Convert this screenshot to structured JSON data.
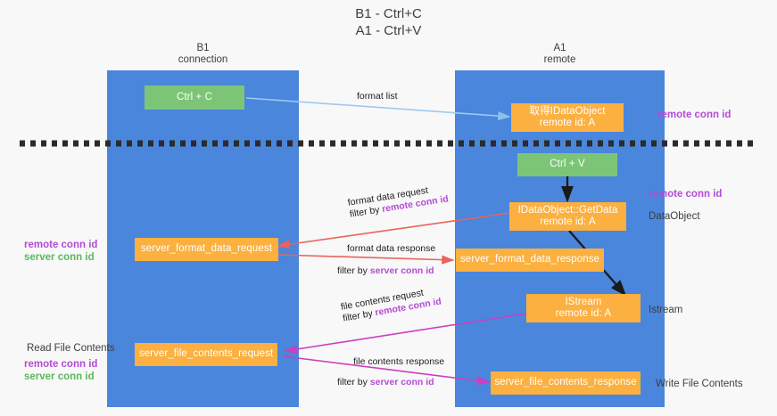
{
  "title": {
    "line1": "B1 - Ctrl+C",
    "line2": "A1 - Ctrl+V"
  },
  "columns": [
    {
      "name": "B1",
      "role": "connection"
    },
    {
      "name": "A1",
      "role": "remote"
    }
  ],
  "boxes": {
    "ctrl_c": "Ctrl + C",
    "ctrl_v": "Ctrl + V",
    "idataobject_top_l1": "取得IDataObject",
    "idataobject_top_l2": "remote id: A",
    "getdata_l1": "IDataObject::GetData",
    "getdata_l2": "remote id: A",
    "istream_l1": "IStream",
    "istream_l2": "remote id: A",
    "server_format_data_request": "server_format_data_request",
    "server_format_data_response": "server_format_data_response",
    "server_file_contents_request": "server_file_contents_request",
    "server_file_contents_response": "server_file_contents_response"
  },
  "edge_labels": {
    "format_list": "format list",
    "format_data_request": "format data request",
    "format_data_request_filter_prefix": "filter by ",
    "format_data_request_filter_key": "remote conn id",
    "format_data_response": "format data response",
    "format_data_response_filter_prefix": "filter by ",
    "format_data_response_filter_key": "server conn id",
    "file_contents_request": "file contents request",
    "file_contents_request_filter_prefix": "filter by ",
    "file_contents_request_filter_key": "remote conn id",
    "file_contents_response": "file contents response",
    "file_contents_response_filter_prefix": "filter by ",
    "file_contents_response_filter_key": "server conn id"
  },
  "annotations": {
    "right_remote_conn_id_top": "remote conn id",
    "right_remote_conn_id_mid": "remote conn id",
    "right_dataobject": "DataObject",
    "right_istream": "Istream",
    "right_write_file_contents": "Write File Contents",
    "left_remote_conn_id_mid": "remote conn id",
    "left_server_conn_id_mid": "server conn id",
    "left_read_file_contents": "Read File Contents",
    "left_remote_conn_id_bottom": "remote conn id",
    "left_server_conn_id_bottom": "server conn id"
  },
  "colors": {
    "lane": "#4a86dc",
    "green_box": "#7cc576",
    "orange_box": "#fbb040",
    "purple": "#b44bd6",
    "green_text": "#5cb85c",
    "red_arrow": "#e8635c",
    "blue_arrow": "#9fc9ef",
    "magenta_arrow": "#cc3fc0",
    "black_arrow": "#1a1a1a",
    "background": "#f8f8f8"
  }
}
